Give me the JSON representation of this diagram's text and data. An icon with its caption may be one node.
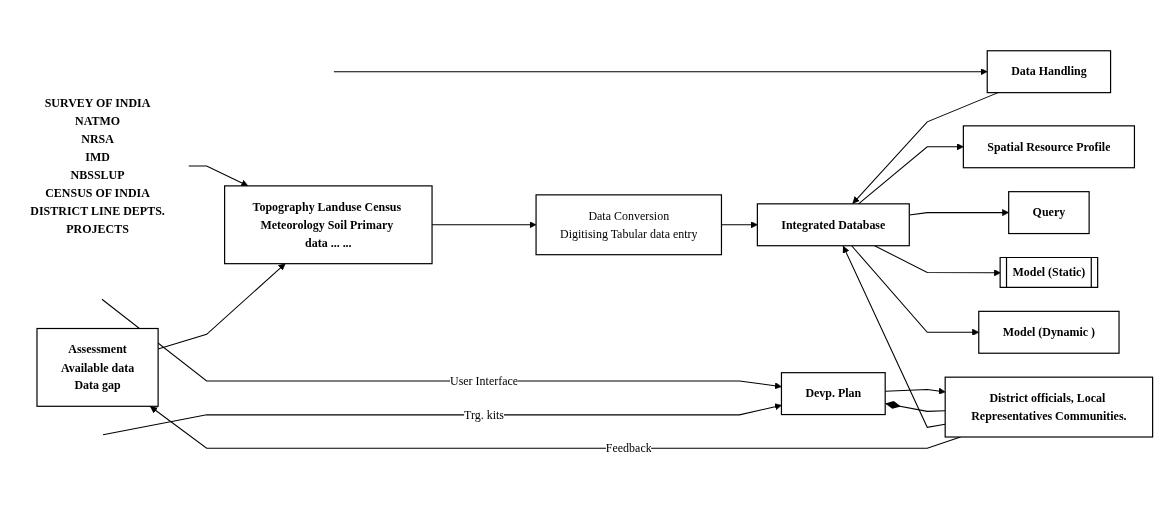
{
  "diagram": {
    "nodes": [
      {
        "text": [
          "SURVEY OF INDIA",
          "NATMO",
          "NRSA",
          "IMD",
          "NBSSLUP",
          "CENSUS OF INDIA",
          "DISTRICT LINE DEPTS.",
          "PROJECTS"
        ]
      },
      {
        "text": [
          "Assessment",
          "Available data",
          "Data gap"
        ]
      },
      {
        "text": [
          "Topography Landuse Census Meteorology Soil Primary data ... ..."
        ]
      },
      {
        "text": [
          "Data Conversion",
          "Digitising Tabular data entry"
        ]
      },
      {
        "text": [
          "Integrated Database"
        ]
      },
      {
        "text": [
          "Data Handling"
        ]
      },
      {
        "text": [
          "Spatial Resource Profile"
        ]
      },
      {
        "text": [
          "Query"
        ]
      },
      {
        "text": [
          "Model (Static)"
        ]
      },
      {
        "text": [
          "Model (Dynamic )"
        ]
      },
      {
        "text": [
          "Devp. Plan"
        ]
      },
      {
        "text": [
          "District officials, Local Representatives Communities."
        ]
      }
    ],
    "edges": [
      {
        "from": 0,
        "to": 2,
        "arrow": "to"
      },
      {
        "from": 1,
        "to": 2,
        "arrow": "to"
      },
      {
        "from": 2,
        "to": 3,
        "arrow": "to"
      },
      {
        "from": 3,
        "to": 4,
        "arrow": "to"
      },
      {
        "from": null,
        "to": 5,
        "arrow": "to"
      },
      {
        "from": 5,
        "to": 4,
        "arrow": "to"
      },
      {
        "from": 4,
        "to": 6,
        "arrow": "to"
      },
      {
        "from": 4,
        "to": 7,
        "arrow": "to"
      },
      {
        "from": 4,
        "to": 8,
        "arrow": "to"
      },
      {
        "from": 4,
        "to": 9,
        "arrow": "to"
      },
      {
        "from": null,
        "to": 10,
        "label": "User Interface",
        "arrow": "to"
      },
      {
        "from": null,
        "to": 10,
        "label": "Trg. kits",
        "arrow": "to"
      },
      {
        "from": 10,
        "to": 11,
        "arrow": "to"
      },
      {
        "from": 10,
        "to": 11,
        "arrow": "other"
      },
      {
        "from": 11,
        "to": 4,
        "arrow": "to"
      },
      {
        "from": 11,
        "to": 1,
        "label": "Feedback",
        "arrow": "to"
      }
    ]
  }
}
